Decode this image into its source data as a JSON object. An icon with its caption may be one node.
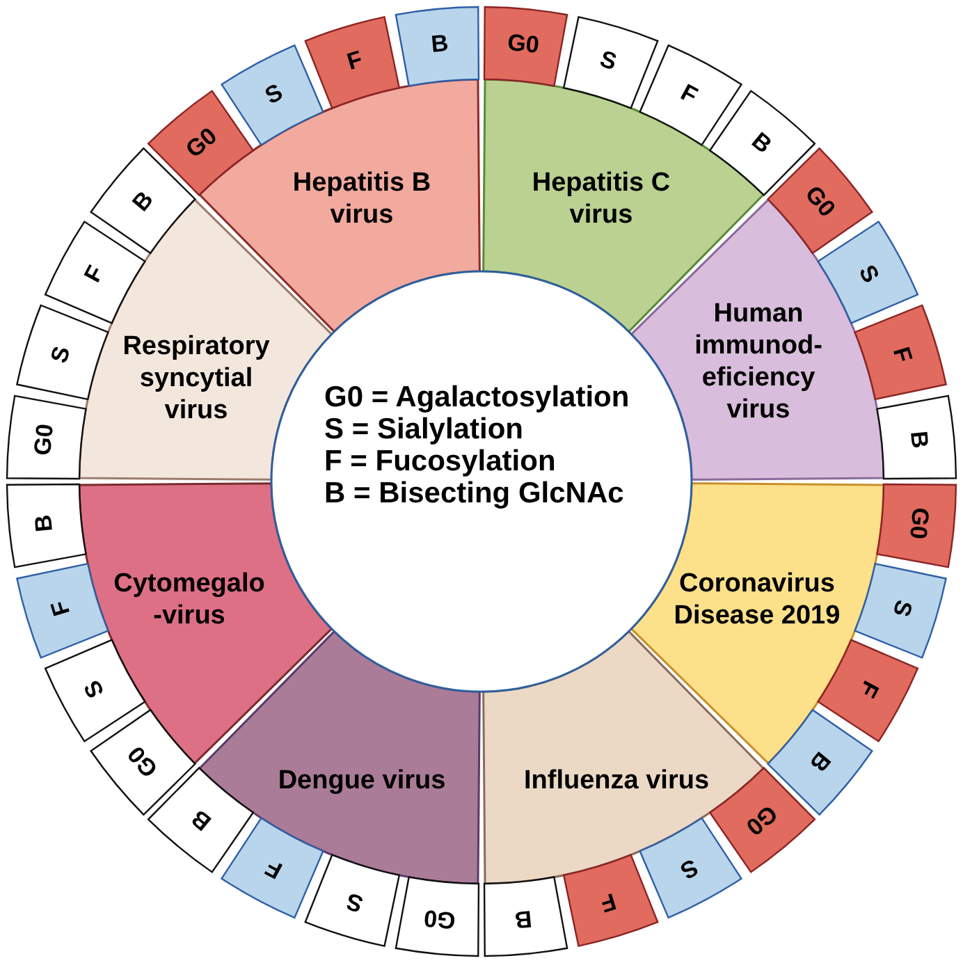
{
  "diagram": {
    "nodes": [
      {
        "text": [
          "Hepatitis B virus"
        ]
      },
      {
        "text": [
          "G0"
        ]
      },
      {
        "text": [
          "S"
        ]
      },
      {
        "text": [
          "F"
        ]
      },
      {
        "text": [
          "B"
        ]
      },
      {
        "text": [
          "Hepatitis C virus"
        ]
      },
      {
        "text": [
          "G0"
        ]
      },
      {
        "text": [
          "S"
        ]
      },
      {
        "text": [
          "F"
        ]
      },
      {
        "text": [
          "B"
        ]
      },
      {
        "text": [
          "Human immunod- eficiency virus"
        ]
      },
      {
        "text": [
          "G0"
        ]
      },
      {
        "text": [
          "S"
        ]
      },
      {
        "text": [
          "F"
        ]
      },
      {
        "text": [
          "B"
        ]
      },
      {
        "text": [
          "Coronavirus Disease 2019"
        ]
      },
      {
        "text": [
          "G0"
        ]
      },
      {
        "text": [
          "S"
        ]
      },
      {
        "text": [
          "F"
        ]
      },
      {
        "text": [
          "B"
        ]
      },
      {
        "text": [
          "Influenza virus"
        ]
      },
      {
        "text": [
          "G0"
        ]
      },
      {
        "text": [
          "S"
        ]
      },
      {
        "text": [
          "F"
        ]
      },
      {
        "text": [
          "B"
        ]
      },
      {
        "text": [
          "Dengue virus"
        ]
      },
      {
        "text": [
          "G0"
        ]
      },
      {
        "text": [
          "S"
        ]
      },
      {
        "text": [
          "F"
        ]
      },
      {
        "text": [
          "B"
        ]
      },
      {
        "text": [
          "Cytomegalo -virus"
        ]
      },
      {
        "text": [
          "G0"
        ]
      },
      {
        "text": [
          "S"
        ]
      },
      {
        "text": [
          "F"
        ]
      },
      {
        "text": [
          "B"
        ]
      },
      {
        "text": [
          "Respiratory syncytial virus"
        ]
      },
      {
        "text": [
          "G0"
        ]
      },
      {
        "text": [
          "S"
        ]
      },
      {
        "text": [
          "F"
        ]
      },
      {
        "text": [
          "B"
        ]
      },
      {
        "text": [
          "G0 = Agalactosylation",
          "S = Sialylation",
          "F = Fucosylation",
          "B = Bisecting GlcNAc"
        ]
      }
    ]
  }
}
